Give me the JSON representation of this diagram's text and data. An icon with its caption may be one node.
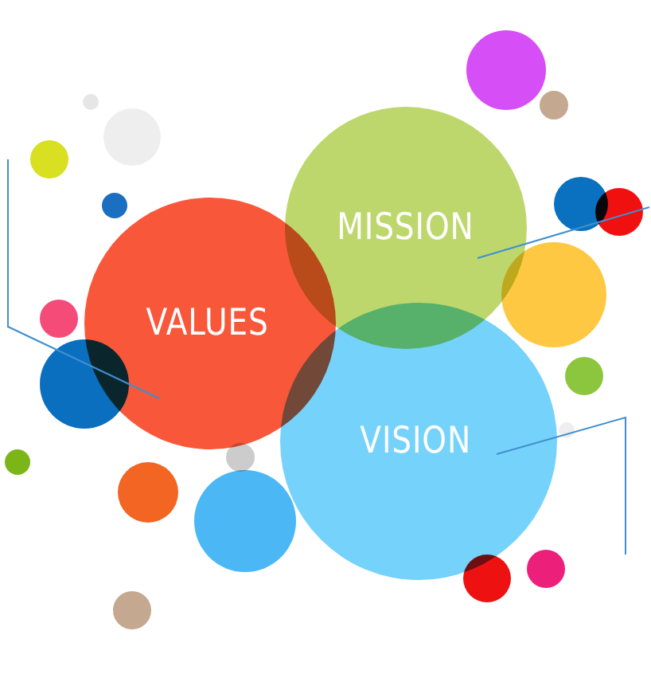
{
  "diagram": {
    "nodes": [
      {
        "text": [
          "VALUES"
        ]
      },
      {
        "text": [
          "MISSION"
        ]
      },
      {
        "text": [
          "VISION"
        ]
      }
    ],
    "edges": [
      {
        "from": null,
        "to": 0,
        "arrow": "none"
      },
      {
        "from": null,
        "to": 1,
        "arrow": "none"
      },
      {
        "from": null,
        "to": 2,
        "arrow": "none"
      }
    ]
  }
}
